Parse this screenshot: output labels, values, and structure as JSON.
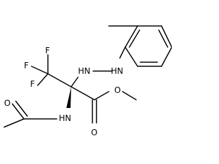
{
  "atoms": {
    "f1": "F",
    "f2": "F",
    "f3": "F",
    "nh_1": "HN",
    "nh_2": "HN",
    "nh_amide": "HN",
    "o_amide": "O",
    "o_ester_carbonyl": "O",
    "o_ester": "O"
  }
}
